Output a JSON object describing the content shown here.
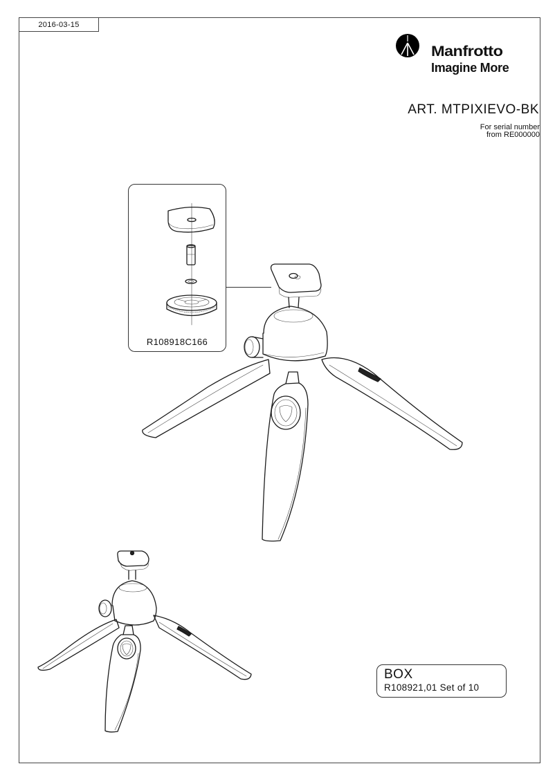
{
  "header": {
    "date": "2016-03-15",
    "brand": {
      "name": "Manfrotto",
      "tagline": "Imagine More",
      "logo_icon": "manfrotto-tripod-logo-icon"
    },
    "article": "ART. MTPIXIEVO-BK",
    "serial_note": {
      "line1": "For serial number",
      "line2": "from RE000000"
    }
  },
  "parts": {
    "detail_kit": {
      "code": "R108918C166",
      "components": [
        "quick-release plate",
        "screw pin",
        "retaining clip",
        "gear ring"
      ]
    },
    "box": {
      "title": "BOX",
      "code": "R108921,01 Set of 10"
    }
  },
  "illustrations": {
    "main": "tripod-exploded-main",
    "secondary": "tripod-overview-small"
  },
  "colors": {
    "line": "#1a1a1a",
    "border": "#444444",
    "background": "#ffffff"
  }
}
